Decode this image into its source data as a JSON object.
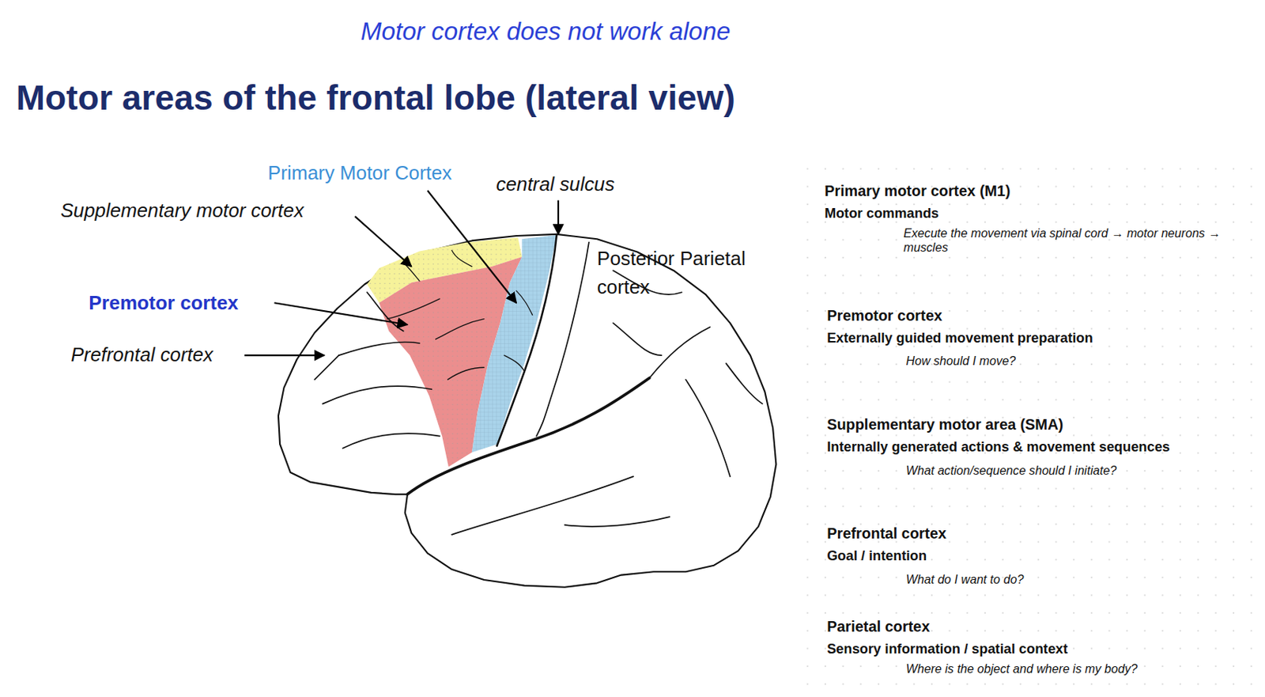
{
  "diagram": {
    "title": "Motor areas of the frontal lobe (lateral view)",
    "labels": [
      "Motor cortex does not work alone",
      "Primary Motor Cortex",
      "central sulcus",
      "Supplementary motor cortex",
      "Premotor cortex",
      "Prefrontal cortex",
      "Posterior Parietal cortex",
      "Primary motor cortex (M1)",
      "Motor commands",
      "Execute the movement via spinal cord → motor neurons → muscles",
      "Premotor cortex",
      "Externally guided movement preparation",
      "How should I move?",
      "Supplementary motor area (SMA)",
      "Internally generated actions & movement sequences",
      "What action/sequence should I initiate?",
      "Prefrontal cortex",
      "Goal / intention",
      "What do I want to do?",
      "Parietal cortex",
      "Sensory information / spatial context",
      "Where is the object and where is my body?"
    ]
  }
}
